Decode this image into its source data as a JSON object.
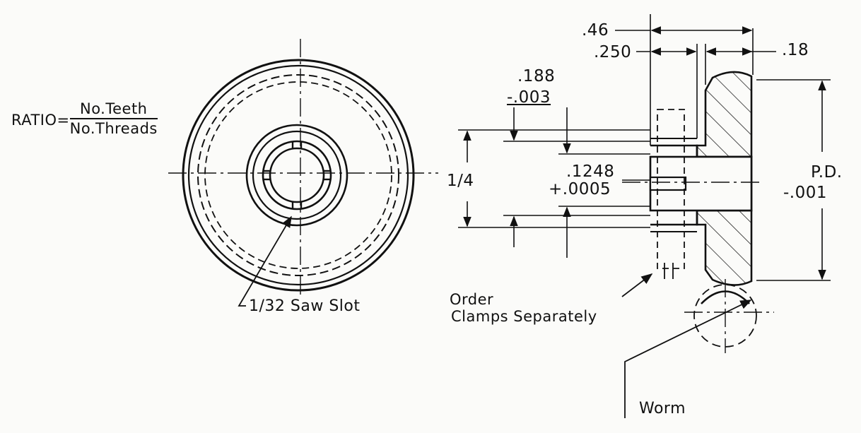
{
  "ratio": {
    "prefix": "RATIO=",
    "numerator": "No.Teeth",
    "denominator": "No.Threads"
  },
  "front_view": {
    "saw_slot_label": "1/32 Saw Slot"
  },
  "side_view": {
    "bore_label": "1/4",
    "dim_overall_width": ".46",
    "dim_hub_length": ".250",
    "dim_face_width": ".18",
    "dim_keyway_top": ".188",
    "dim_keyway_tol": "-.003",
    "dim_bore_top": ".1248",
    "dim_bore_tol": "+.0005",
    "pd_label": "P.D.",
    "pd_tol": "-.001",
    "clamp_note_line1": "Order",
    "clamp_note_line2": "Clamps Separately",
    "worm_label": "Worm"
  }
}
